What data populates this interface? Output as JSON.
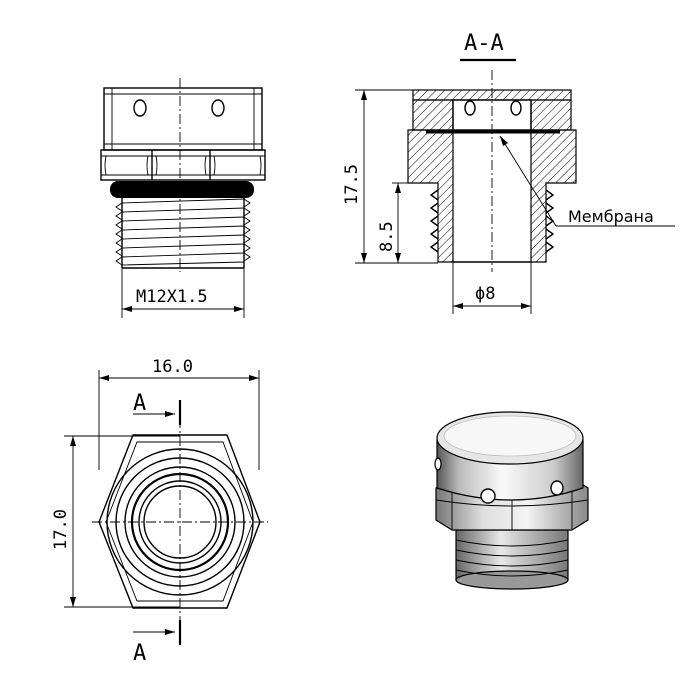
{
  "views": {
    "front": {
      "thread_label": "M12X1.5"
    },
    "section": {
      "title": "A-A",
      "height_total": "17.5",
      "height_thread": "8.5",
      "bore_diameter": "ϕ8",
      "membrane_label": "Мембрана"
    },
    "top": {
      "width": "16.0",
      "height": "17.0",
      "section_mark_top": "A",
      "section_mark_bottom": "A"
    }
  }
}
